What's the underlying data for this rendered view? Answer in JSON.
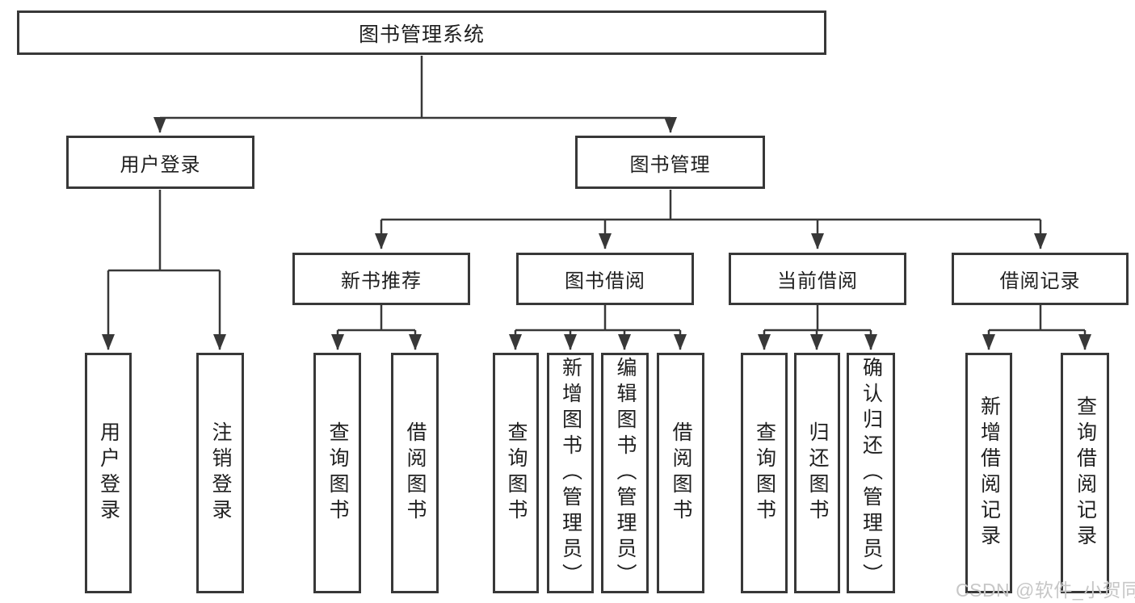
{
  "watermark": "CSDN @软件_小贺同学",
  "colors": {
    "background": "#ffffff",
    "line": "#383838",
    "box_border": "#383838",
    "text": "#1f1f1f",
    "watermark": "#c7c7c7"
  },
  "tree": {
    "root": {
      "label": "图书管理系统",
      "children": [
        {
          "label": "用户登录",
          "children": [
            {
              "label": "用户登录"
            },
            {
              "label": "注销登录"
            }
          ]
        },
        {
          "label": "图书管理",
          "children": [
            {
              "label": "新书推荐",
              "children": [
                {
                  "label": "查询图书"
                },
                {
                  "label": "借阅图书"
                }
              ]
            },
            {
              "label": "图书借阅",
              "children": [
                {
                  "label": "查询图书"
                },
                {
                  "label": "新增图书（管理员）"
                },
                {
                  "label": "编辑图书（管理员）"
                },
                {
                  "label": "借阅图书"
                }
              ]
            },
            {
              "label": "当前借阅",
              "children": [
                {
                  "label": "查询图书"
                },
                {
                  "label": "归还图书"
                },
                {
                  "label": "确认归还（管理员）"
                }
              ]
            },
            {
              "label": "借阅记录",
              "children": [
                {
                  "label": "新增借阅记录"
                },
                {
                  "label": "查询借阅记录"
                }
              ]
            }
          ]
        }
      ]
    }
  }
}
